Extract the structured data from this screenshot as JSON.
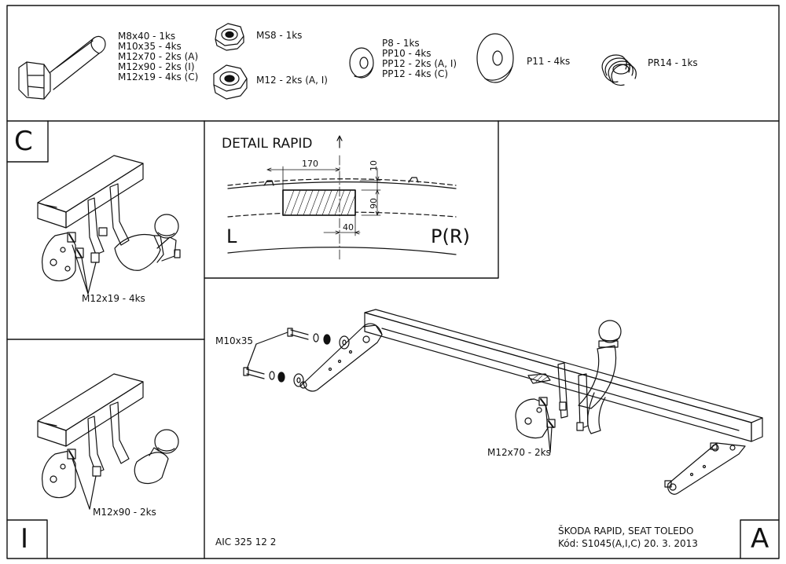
{
  "parts": {
    "bolt": [
      "M8x40 - 1ks",
      "M10x35 - 4ks",
      "M12x70 - 2ks (A)",
      "M12x90 - 2ks (I)",
      "M12x19 - 4ks (C)"
    ],
    "nut_ms8": "MS8 - 1ks",
    "nut_m12": "M12 - 2ks (A, I)",
    "washer_small": [
      "P8 - 1ks",
      "PP10 - 4ks",
      "PP12 - 2ks (A, I)",
      "PP12 - 4ks (C)"
    ],
    "washer_large": "P11 - 4ks",
    "spring": "PR14 - 1ks"
  },
  "panel_c": {
    "letter": "C",
    "bolt_label": "M12x19 - 4ks"
  },
  "panel_i": {
    "letter": "I",
    "bolt_label": "M12x90 - 2ks"
  },
  "detail": {
    "title": "DETAIL RAPID",
    "dim_width": "170",
    "dim_top": "10",
    "dim_height": "90",
    "dim_offset": "40",
    "left_label": "L",
    "right_label": "P(R)"
  },
  "main": {
    "bolt_label_side": "M10x35",
    "bolt_label_center": "M12x70 - 2ks",
    "letter": "A"
  },
  "footer": {
    "doc_code": "AIC 325 12 2",
    "vehicle": "ŠKODA RAPID, SEAT TOLEDO",
    "code_line": "Kód: S1045(A,I,C)  20. 3. 2013"
  }
}
